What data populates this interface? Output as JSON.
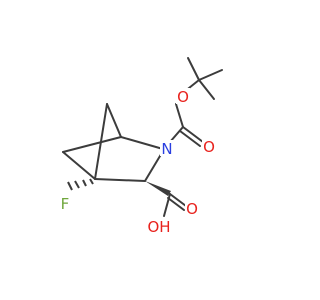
{
  "molecule": {
    "atoms": {
      "nitrogen": "N",
      "ester_oxygen": "O",
      "carbonyl_oxygen": "O",
      "acid_carbonyl_oxygen": "O",
      "hydroxyl": "OH",
      "fluorine": "F"
    },
    "colors": {
      "bond": "#3c3c3c",
      "oxygen": "#e8221d",
      "nitrogen": "#2a3fe0",
      "fluorine": "#6fa63c"
    }
  }
}
